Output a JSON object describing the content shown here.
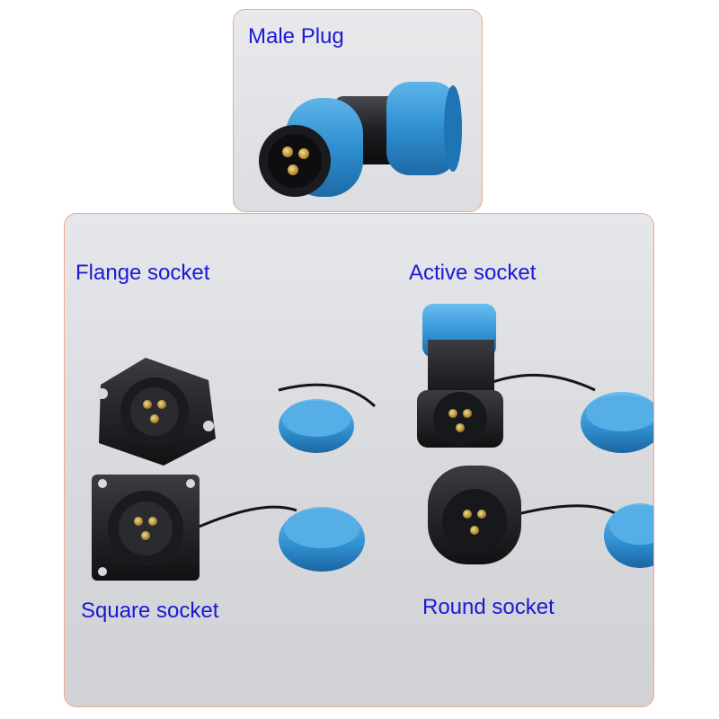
{
  "labels": {
    "male_plug": "Male Plug",
    "flange_socket": "Flange socket",
    "active_socket": "Active socket",
    "square_socket": "Square socket",
    "round_socket": "Round socket"
  },
  "colors": {
    "label_text": "#1a19d6",
    "panel_border": "#f2a98a",
    "connector_blue": "#2f8fd0",
    "connector_black": "#1c1d20",
    "contact_gold": "#c9a24a"
  }
}
